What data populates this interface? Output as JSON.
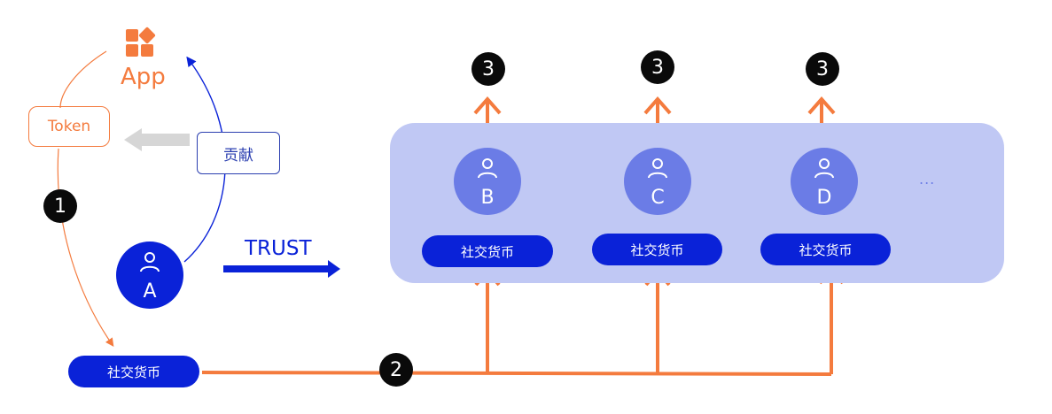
{
  "app": {
    "label": "App"
  },
  "token": {
    "label": "Token"
  },
  "contribution": {
    "label": "贡献"
  },
  "trust": {
    "label": "TRUST"
  },
  "users": {
    "a": {
      "label": "A"
    },
    "b": {
      "label": "B"
    },
    "c": {
      "label": "C"
    },
    "d": {
      "label": "D"
    }
  },
  "currency": {
    "label": "社交货币"
  },
  "steps": {
    "one": "1",
    "two": "2",
    "three": "3"
  },
  "panel": {
    "more": "..."
  },
  "colors": {
    "orange": "#f47b3e",
    "blue": "#0a22d8",
    "light_blue": "#6b7ce6",
    "panel": "#c0c8f4"
  }
}
